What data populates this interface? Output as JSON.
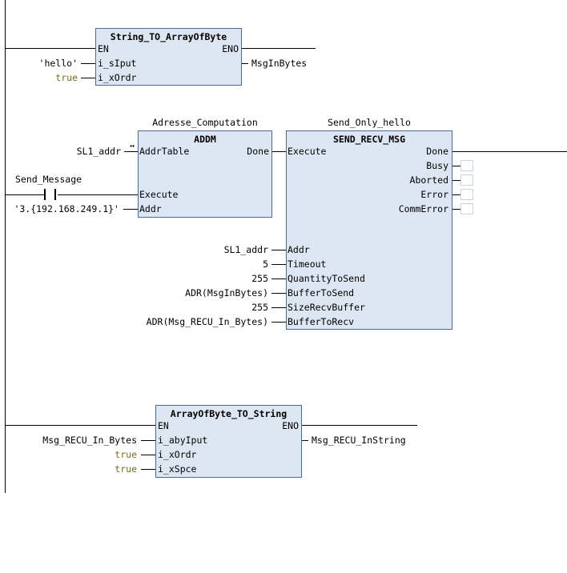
{
  "colors": {
    "block_fill": "#dde6f3",
    "block_border": "#4a6b9a",
    "bool_literal": "#7a6b1e"
  },
  "network1": {
    "block": {
      "title": "String_TO_ArrayOfByte",
      "en": "EN",
      "eno": "ENO",
      "in1": "i_sIput",
      "in2": "i_xOrdr"
    },
    "input_value": "'hello'",
    "order_value": "true",
    "output_var": "MsgInBytes"
  },
  "network2": {
    "addm": {
      "instance": "Adresse_Computation",
      "title": "ADDM",
      "in_addrtable": "AddrTable",
      "out_done": "Done",
      "in_execute": "Execute",
      "in_addr": "Addr",
      "addrtable_var": "SL1_addr",
      "contact_var": "Send_Message",
      "addr_value": "'3.{192.168.249.1}'",
      "inout_symbol": "↔"
    },
    "send": {
      "instance": "Send_Only_hello",
      "title": "SEND_RECV_MSG",
      "in_execute": "Execute",
      "outputs": [
        "Done",
        "Busy",
        "Aborted",
        "Error",
        "CommError"
      ],
      "inputs": [
        "Addr",
        "Timeout",
        "QuantityToSend",
        "BufferToSend",
        "SizeRecvBuffer",
        "BufferToRecv"
      ],
      "input_values": [
        "SL1_addr",
        "5",
        "255",
        "ADR(MsgInBytes)",
        "255",
        "ADR(Msg_RECU_In_Bytes)"
      ]
    }
  },
  "network3": {
    "block": {
      "title": "ArrayOfByte_TO_String",
      "en": "EN",
      "eno": "ENO",
      "in1": "i_abyIput",
      "in2": "i_xOrdr",
      "in3": "i_xSpce"
    },
    "input_var": "Msg_RECU_In_Bytes",
    "order_value": "true",
    "space_value": "true",
    "output_var": "Msg_RECU_InString"
  }
}
